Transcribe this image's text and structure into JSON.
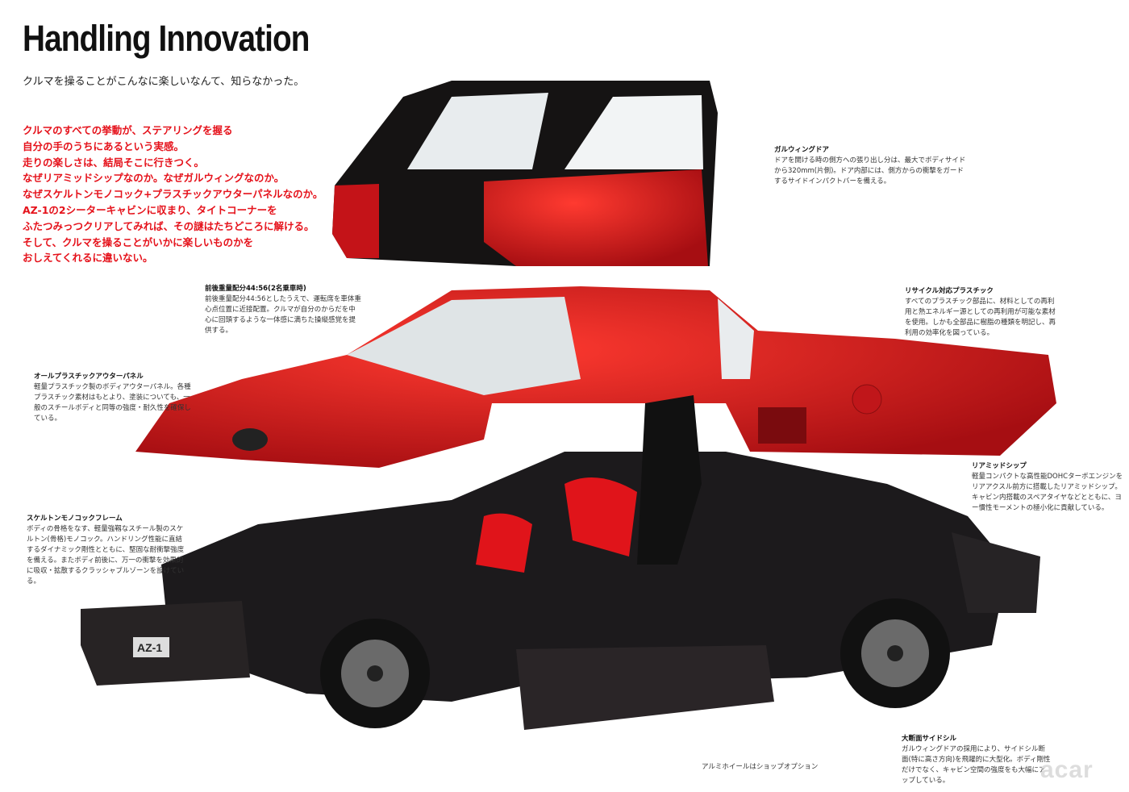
{
  "header": {
    "title": "Handling Innovation",
    "subtitle": "クルマを操ることがこんなに楽しいなんて、知らなかった。"
  },
  "lead_lines": [
    "クルマのすべての挙動が、ステアリングを握る",
    "自分の手のうちにあるという実感。",
    "走りの楽しさは、結局そこに行きつく。",
    "なぜリアミッドシップなのか。なぜガルウィングなのか。",
    "なぜスケルトンモノコック+プラスチックアウターパネルなのか。",
    "AZ-1の2シーターキャビンに収まり、タイトコーナーを",
    "ふたつみっつクリアしてみれば、その謎はたちどころに解ける。",
    "そして、クルマを操ることがいかに楽しいものかを",
    "おしえてくれるに違いない。"
  ],
  "notes": {
    "gullwing": {
      "heading": "ガルウィングドア",
      "body": "ドアを開ける時の側方への張り出し分は、最大でボディサイドから320mm(片側)。ドア内部には、側方からの衝撃をガードするサイドインパクトバーを備える。"
    },
    "weight": {
      "heading": "前後重量配分44:56(2名乗車時)",
      "body": "前後重量配分44:56としたうえで、運転席を車体重心点位置に近接配置。クルマが自分のからだを中心に回頭するような一体感に満ちた操縦感覚を提供する。"
    },
    "recycle": {
      "heading": "リサイクル対応プラスチック",
      "body": "すべてのプラスチック部品に、材料としての再利用と熱エネルギー源としての再利用が可能な素材を使用。しかも全部品に樹脂の種類を明記し、再利用の効率化を図っている。"
    },
    "panel": {
      "heading": "オールプラスチックアウターパネル",
      "body": "軽量プラスチック製のボディアウターパネル。各種プラスチック素材はもとより、塗装についても、一般のスチールボディと同等の強度・耐久性を確保している。"
    },
    "midship": {
      "heading": "リアミッドシップ",
      "body": "軽量コンパクトな高性能DOHCターボエンジンをリアアクスル前方に搭載したリアミッドシップ。キャビン内搭載のスペアタイヤなどとともに、ヨー慣性モーメントの極小化に貢献している。"
    },
    "skeleton": {
      "heading": "スケルトンモノコックフレーム",
      "body": "ボディの骨格をなす、軽量強靱なスチール製のスケルトン(骨格)モノコック。ハンドリング性能に直結するダイナミック剛性とともに、堅固な耐衝撃強度を備える。またボディ前後に、万一の衝撃を効果的に吸収・拡散するクラッシャブルゾーンを設けている。"
    },
    "sidesill": {
      "heading": "大断面サイドシル",
      "body": "ガルウィングドアの採用により、サイドシル断面(特に高さ方向)を飛躍的に大型化。ボディ剛性だけでなく、キャビン空間の強度をも大幅にアップしている。"
    },
    "wheel": "アルミホイールはショップオプション"
  },
  "plate": "AZ-1",
  "watermark": "acar",
  "colors": {
    "accent_red": "#e5121b",
    "body_red": "#d8181c",
    "chassis": "#1c1a1c"
  }
}
